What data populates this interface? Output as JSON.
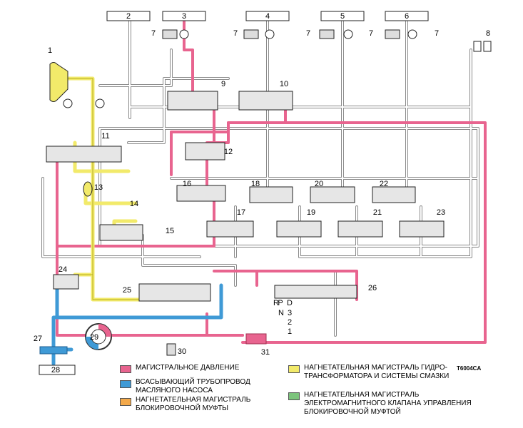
{
  "colors": {
    "main": "#e8648f",
    "suction": "#3f9ad6",
    "lockup": "#f3a94a",
    "converter": "#f2ea6a",
    "solenoid": "#7cc47c",
    "drain": "#9a9a9a"
  },
  "ports": [
    "2",
    "3",
    "4",
    "5",
    "6"
  ],
  "numbers": [
    "1",
    "7",
    "7",
    "7",
    "7",
    "7",
    "8",
    "9",
    "10",
    "11",
    "12",
    "13",
    "14",
    "15",
    "16",
    "17",
    "18",
    "19",
    "20",
    "21",
    "22",
    "23",
    "24",
    "25",
    "26",
    "27",
    "28",
    "29",
    "30",
    "31"
  ],
  "selector": [
    "R",
    "P",
    "D",
    "N",
    "3",
    "2",
    "1"
  ],
  "code": "T6004CA",
  "legend": [
    {
      "label": "МАГИСТРАЛЬНОЕ ДАВЛЕНИЕ",
      "color": "#e8648f"
    },
    {
      "label": "ВСАСЫВАЮЩИЙ ТРУБОПРОВОД МАСЛЯНОГО НАСОСА",
      "color": "#3f9ad6"
    },
    {
      "label": "НАГНЕТАТЕЛЬНАЯ МАГИСТРАЛЬ БЛОКИРОВОЧНОЙ МУФТЫ",
      "color": "#f3a94a"
    },
    {
      "label": "НАГНЕТАТЕЛЬНАЯ МАГИСТРАЛЬ ГИДРО-ТРАНСФОРМАТОРА И СИСТЕМЫ СМАЗКИ",
      "color": "#f2ea6a"
    },
    {
      "label": "НАГНЕТАТЕЛЬНАЯ МАГИСТРАЛЬ ЭЛЕКТРОМАГНИТНОГО КЛАПАНА УПРАВЛЕНИЯ БЛОКИРОВОЧНОЙ МУФТОЙ",
      "color": "#7cc47c"
    }
  ]
}
